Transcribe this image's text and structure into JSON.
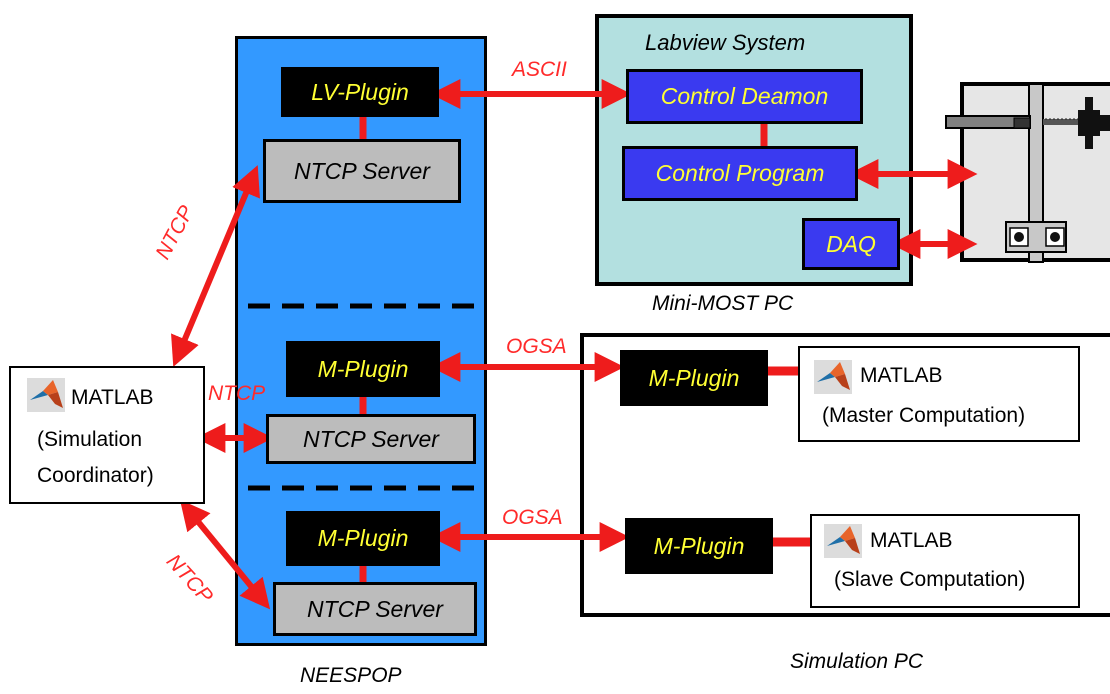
{
  "colors": {
    "neespop_bg": "#3399ff",
    "labview_bg": "#b3e0e0",
    "arrow": "#ee1c1c",
    "plugin_text": "#ffff33",
    "blue_box": "#3a3af0"
  },
  "neespop": {
    "caption": "NEESPOP",
    "lv_plugin": "LV-Plugin",
    "ntcp_server_1": "NTCP Server",
    "m_plugin_1": "M-Plugin",
    "ntcp_server_2": "NTCP Server",
    "m_plugin_2": "M-Plugin",
    "ntcp_server_3": "NTCP Server"
  },
  "labview": {
    "title": "Labview System",
    "control_deamon": "Control Deamon",
    "control_program": "Control Program",
    "daq": "DAQ",
    "caption": "Mini-MOST PC"
  },
  "simulation_pc": {
    "caption": "Simulation PC",
    "m_plugin_1": "M-Plugin",
    "m_plugin_2": "M-Plugin",
    "master": {
      "name": "MATLAB",
      "role": "(Master Computation)"
    },
    "slave": {
      "name": "MATLAB",
      "role": "(Slave Computation)"
    }
  },
  "coordinator": {
    "name": "MATLAB",
    "role_line1": "(Simulation",
    "role_line2": "Coordinator)"
  },
  "link_labels": {
    "ascii": "ASCII",
    "ogsa_1": "OGSA",
    "ogsa_2": "OGSA",
    "ntcp_top": "NTCP",
    "ntcp_mid": "NTCP",
    "ntcp_bottom": "NTCP"
  },
  "icons": {
    "matlab": "matlab-logo-icon",
    "specimen": "mini-most-specimen-icon"
  }
}
